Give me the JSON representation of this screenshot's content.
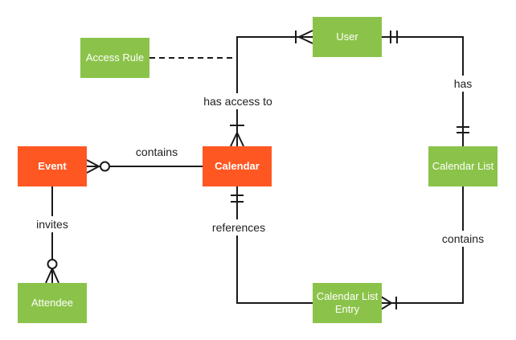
{
  "colors": {
    "entity_green": "#8BC34A",
    "entity_orange": "#FF5722",
    "connector": "#1a1a1a",
    "label_text": "#212121",
    "entity_text": "#ffffff"
  },
  "entities": {
    "access_rule": {
      "label": "Access Rule",
      "color": "#8BC34A"
    },
    "user": {
      "label": "User",
      "color": "#8BC34A"
    },
    "event": {
      "label": "Event",
      "color": "#FF5722"
    },
    "calendar": {
      "label": "Calendar",
      "color": "#FF5722"
    },
    "calendar_list": {
      "label": "Calendar List",
      "color": "#8BC34A"
    },
    "attendee": {
      "label": "Attendee",
      "color": "#8BC34A"
    },
    "calendar_list_entry": {
      "label": "Calendar List Entry",
      "color": "#8BC34A"
    }
  },
  "relationships": {
    "calendar_contains_events": {
      "label": "contains",
      "from": "Calendar",
      "to": "Event",
      "to_cardinality": "zero-or-many"
    },
    "has_access_to": {
      "label": "has access to",
      "from": "Calendar",
      "to": "User",
      "from_cardinality": "one-or-many",
      "to_cardinality": "one-or-many"
    },
    "user_has_list": {
      "label": "has",
      "from": "User",
      "to": "Calendar List",
      "from_cardinality": "one-and-only-one",
      "to_cardinality": "one-and-only-one"
    },
    "references": {
      "label": "references",
      "from": "Calendar",
      "to": "Calendar List Entry",
      "from_cardinality": "one-and-only-one"
    },
    "list_contains_entries": {
      "label": "contains",
      "from": "Calendar List",
      "to": "Calendar List Entry",
      "to_cardinality": "one-or-many"
    },
    "invites": {
      "label": "invites",
      "from": "Event",
      "to": "Attendee",
      "to_cardinality": "zero-or-many"
    },
    "access_rule_link": {
      "label": "",
      "from": "Access Rule",
      "to": "has access to",
      "style": "dashed"
    }
  }
}
